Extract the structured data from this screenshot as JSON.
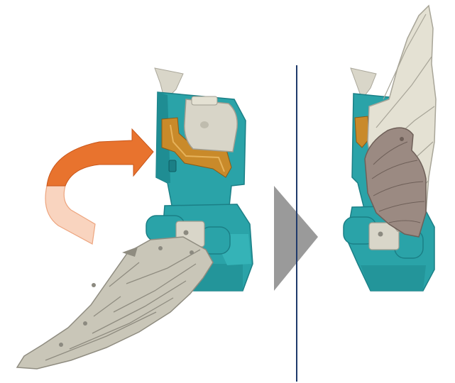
{
  "figure": {
    "description_hidden": "",
    "colors": {
      "body_teal": "#2aa3a8",
      "body_teal_dark": "#1b7f86",
      "body_teal_light": "#4cc0c4",
      "accent_orange": "#e8732e",
      "gold_trim": "#c98a2a",
      "wing_gray": "#c9c6b8",
      "wing_gray_dark": "#9c998c",
      "wing_back": "#e4e1d3",
      "wing_brown": "#9b8a82",
      "arrow_gray": "#9a9a9a",
      "divider_navy": "#1f3a6b"
    },
    "panels": [
      {
        "name": "before",
        "state": "wing-lowered"
      },
      {
        "name": "after",
        "state": "wing-raised"
      }
    ]
  }
}
